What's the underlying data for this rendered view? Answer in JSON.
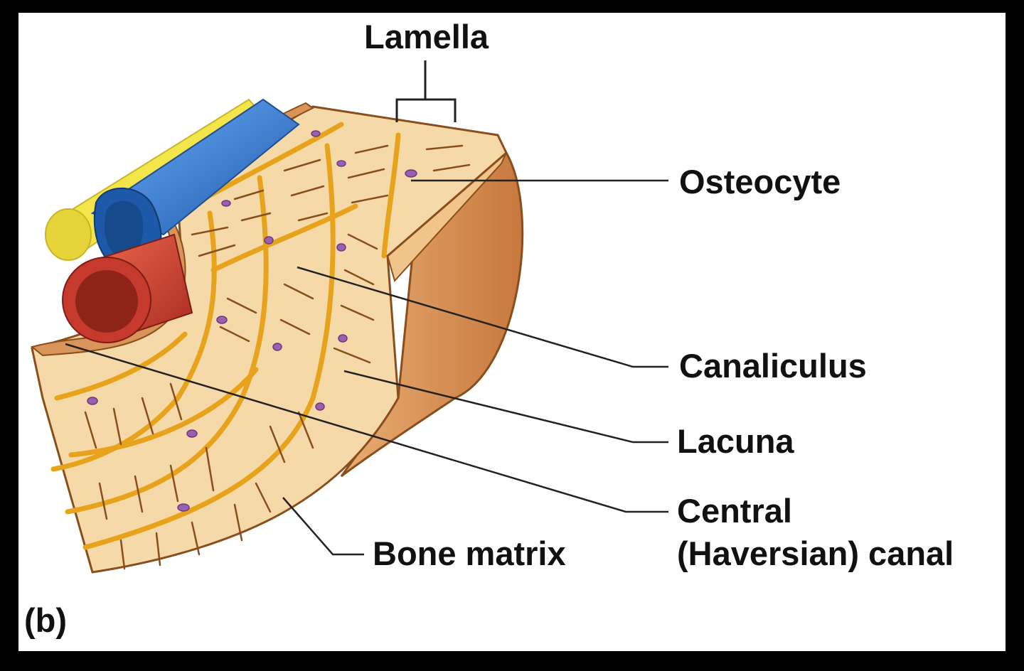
{
  "labels": {
    "lamella": "Lamella",
    "osteocyte": "Osteocyte",
    "canaliculus": "Canaliculus",
    "lacuna": "Lacuna",
    "central_line1": "Central",
    "central_line2": "(Haversian) canal",
    "bone_matrix": "Bone matrix",
    "panel": "(b)"
  },
  "colors": {
    "bone_fill": "#f6d9a8",
    "bone_side": "#d9945a",
    "bone_edge": "#8a4e1c",
    "canal_yellow": "#e8a31c",
    "osteocyte": "#9b5fb0",
    "vein": "#2f6fc0",
    "artery": "#c53a2c",
    "nerve": "#f2e64a"
  }
}
